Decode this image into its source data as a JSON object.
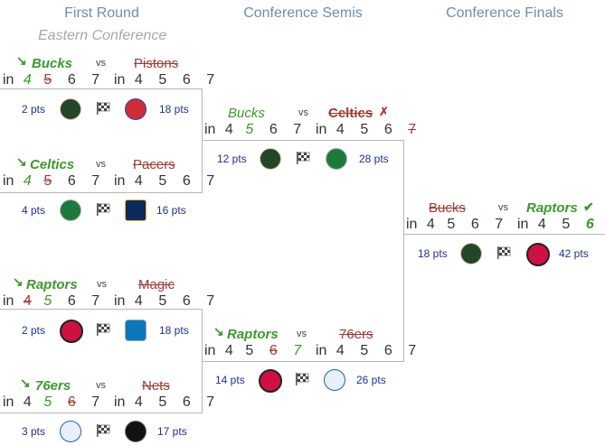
{
  "headers": {
    "r1": "First Round",
    "r2": "Conference Semis",
    "r3": "Conference Finals"
  },
  "conference": "Eastern Conference",
  "vs": "vs",
  "in": "in",
  "nums": [
    "4",
    "5",
    "6",
    "7"
  ],
  "r1m1": {
    "team_a": "Bucks",
    "team_b": "Pistons",
    "pts_a": "2 pts",
    "pts_b": "18 pts"
  },
  "r1m2": {
    "team_a": "Celtics",
    "team_b": "Pacers",
    "pts_a": "4 pts",
    "pts_b": "16 pts"
  },
  "r1m3": {
    "team_a": "Raptors",
    "team_b": "Magic",
    "pts_a": "2 pts",
    "pts_b": "18 pts"
  },
  "r1m4": {
    "team_a": "76ers",
    "team_b": "Nets",
    "pts_a": "3 pts",
    "pts_b": "17 pts"
  },
  "r2m1": {
    "team_a": "Bucks",
    "team_b": "Celtics",
    "pts_a": "12 pts",
    "pts_b": "28 pts"
  },
  "r2m2": {
    "team_a": "Raptors",
    "team_b": "76ers",
    "pts_a": "14 pts",
    "pts_b": "26 pts"
  },
  "r3m1": {
    "team_a": "Bucks",
    "team_b": "Raptors",
    "pts_a": "18 pts",
    "pts_b": "42 pts"
  },
  "colors": {
    "win": "#3a9a2c",
    "lose": "#a13a36",
    "pts": "#1f2f8f",
    "header": "#6e8fa6",
    "line": "#b8b8b8"
  },
  "icons": [
    "pick-arrow-icon",
    "check-icon",
    "x-icon",
    "checkered-flag-icon",
    "bucks-logo",
    "pistons-logo",
    "celtics-logo",
    "pacers-logo",
    "raptors-logo",
    "magic-logo",
    "76ers-logo",
    "nets-logo"
  ]
}
